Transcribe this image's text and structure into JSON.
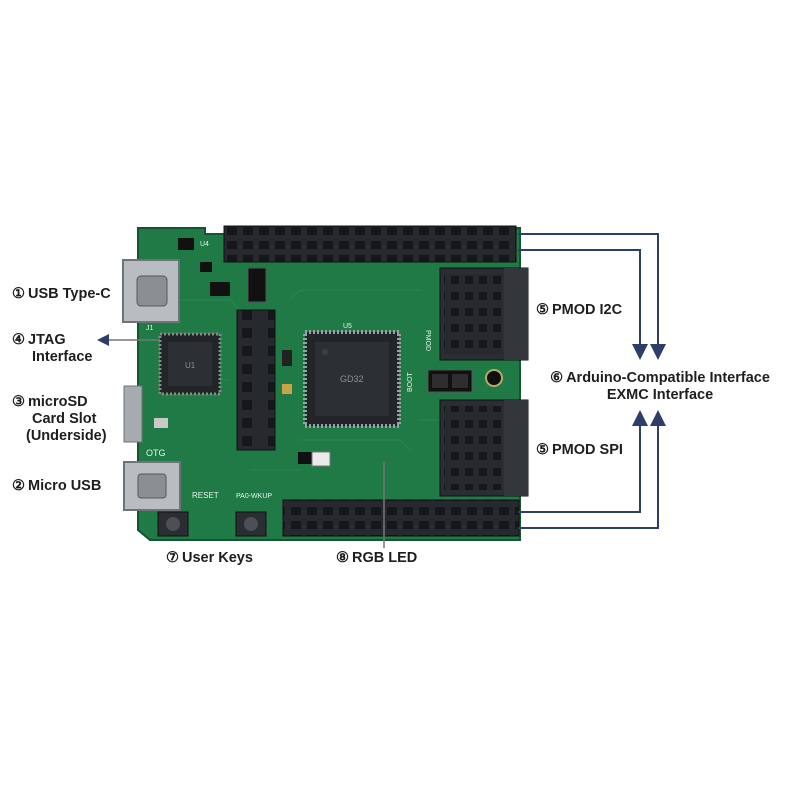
{
  "labels": {
    "usb_typec": {
      "num": "①",
      "text": "USB Type-C"
    },
    "jtag": {
      "num": "④",
      "line1": "JTAG",
      "line2": "Interface"
    },
    "microsd": {
      "num": "③",
      "line1": "microSD",
      "line2": "Card Slot",
      "line3": "(Underside)"
    },
    "micro_usb": {
      "num": "②",
      "text": "Micro USB"
    },
    "user_keys": {
      "num": "⑦",
      "text": "User Keys"
    },
    "rgb_led": {
      "num": "⑧",
      "text": "RGB LED"
    },
    "pmod_i2c": {
      "num": "⑤",
      "text": "PMOD I2C"
    },
    "pmod_spi": {
      "num": "⑤",
      "text": "PMOD SPI"
    },
    "arduino": {
      "num": "⑥",
      "line1": "Arduino-Compatible Interface",
      "line2": "EXMC Interface"
    }
  },
  "board": {
    "silkscreen": {
      "otg": "OTG",
      "reset": "RESET",
      "pa0_wkup": "PA0-WKUP",
      "boot": "BOOT",
      "chip_u1": "U1",
      "chip_u5": "U5",
      "u4": "U4",
      "j1": "J1",
      "pmod_label": "PMOD",
      "gd_marking": "GD32"
    }
  },
  "colors": {
    "board": "#1f7a46",
    "board_dark": "#14552f",
    "header": "#26292d",
    "arrow": "#2d3e69",
    "text": "#1e1e1e"
  }
}
